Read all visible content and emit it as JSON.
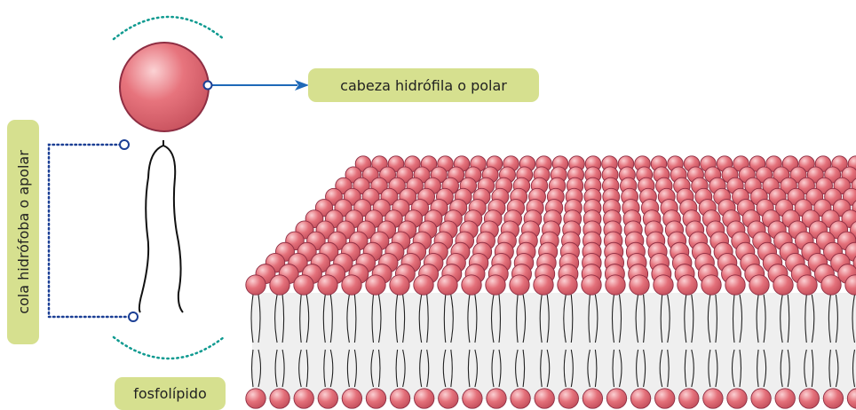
{
  "labels": {
    "head": "cabeza hidrófila o polar",
    "tail": "cola hidrófoba o apolar",
    "phospholipid": "fosfolípido"
  },
  "colors": {
    "head_fill": "#e36e78",
    "head_highlight": "#f8c3c5",
    "head_stroke": "#8e2e43",
    "label_bg": "#d6e08f",
    "dots": "#0f9a90",
    "connector": "#1b3f95",
    "arrow": "#1e69b8",
    "membrane_inner": "#efefef"
  },
  "icons": [
    "arrow-right-icon",
    "dotted-bracket-icon"
  ]
}
